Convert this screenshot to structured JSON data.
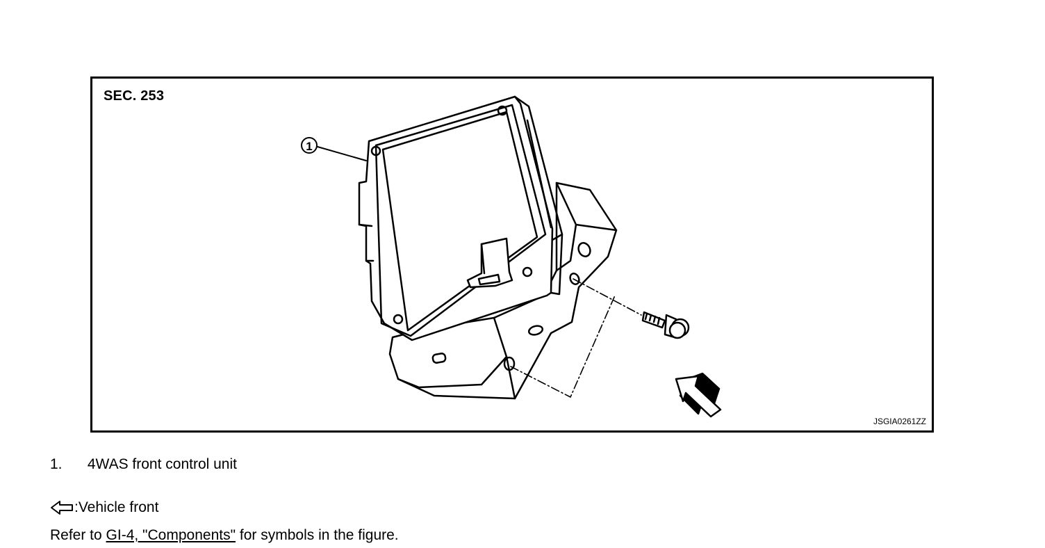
{
  "figure": {
    "section": "SEC. 253",
    "callout_number": "1",
    "image_code": "JSGIA0261ZZ"
  },
  "legend": [
    {
      "number": "1.",
      "text": "4WAS front control unit"
    }
  ],
  "front_note": {
    "icon": "hollow-arrow-left-icon",
    "text": ":Vehicle front"
  },
  "reference": {
    "prefix": "Refer to ",
    "link_text": "GI-4, \"Components\"",
    "suffix": " for symbols in the figure."
  }
}
